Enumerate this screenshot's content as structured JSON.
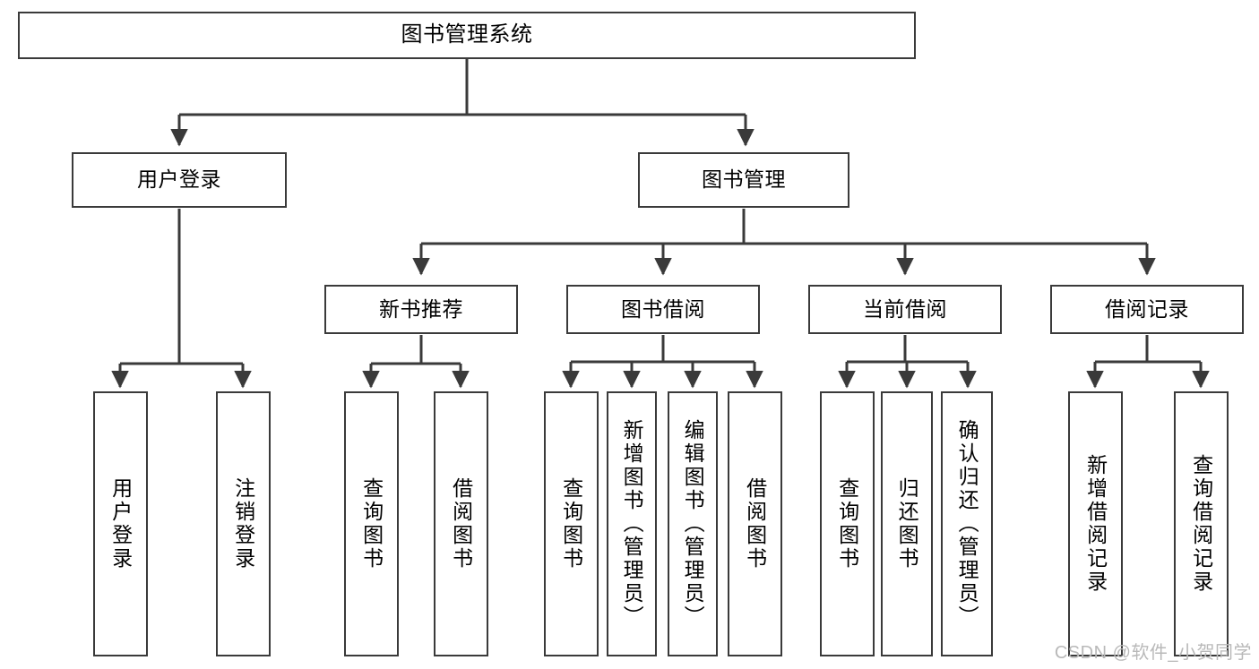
{
  "diagram": {
    "title": "图书管理系统",
    "type": "tree-hierarchy-chart",
    "watermark": "CSDN @软件_小贺同学",
    "colors": {
      "background": "#ffffff",
      "node_border": "#3a3a3a",
      "node_fill": "#ffffff",
      "edge": "#3a3a3a",
      "text": "#000000",
      "watermark": "#b9b9b9"
    },
    "levels": {
      "root": {
        "label": "图书管理系统"
      },
      "level2": [
        {
          "id": "user-login",
          "label": "用户登录"
        },
        {
          "id": "book-management",
          "label": "图书管理"
        }
      ],
      "level3": [
        {
          "id": "new-book-recommend",
          "label": "新书推荐",
          "parent": "book-management"
        },
        {
          "id": "book-borrow",
          "label": "图书借阅",
          "parent": "book-management"
        },
        {
          "id": "current-borrow",
          "label": "当前借阅",
          "parent": "book-management"
        },
        {
          "id": "borrow-record",
          "label": "借阅记录",
          "parent": "book-management"
        }
      ],
      "leaves": [
        {
          "id": "leaf-user-login",
          "label": "用户登录",
          "parent": "user-login"
        },
        {
          "id": "leaf-logout-login",
          "label": "注销登录",
          "parent": "user-login"
        },
        {
          "id": "leaf-query-book-1",
          "label": "查询图书",
          "parent": "new-book-recommend"
        },
        {
          "id": "leaf-borrow-book-1",
          "label": "借阅图书",
          "parent": "new-book-recommend"
        },
        {
          "id": "leaf-query-book-2",
          "label": "查询图书",
          "parent": "book-borrow"
        },
        {
          "id": "leaf-add-book",
          "label": "新增图书（管理员）",
          "parent": "book-borrow"
        },
        {
          "id": "leaf-edit-book",
          "label": "编辑图书（管理员）",
          "parent": "book-borrow"
        },
        {
          "id": "leaf-borrow-book-2",
          "label": "借阅图书",
          "parent": "book-borrow"
        },
        {
          "id": "leaf-query-book-3",
          "label": "查询图书",
          "parent": "current-borrow"
        },
        {
          "id": "leaf-return-book",
          "label": "归还图书",
          "parent": "current-borrow"
        },
        {
          "id": "leaf-confirm-return",
          "label": "确认归还（管理员）",
          "parent": "current-borrow"
        },
        {
          "id": "leaf-add-record",
          "label": "新增借阅记录",
          "parent": "borrow-record"
        },
        {
          "id": "leaf-query-record",
          "label": "查询借阅记录",
          "parent": "borrow-record"
        }
      ]
    }
  }
}
